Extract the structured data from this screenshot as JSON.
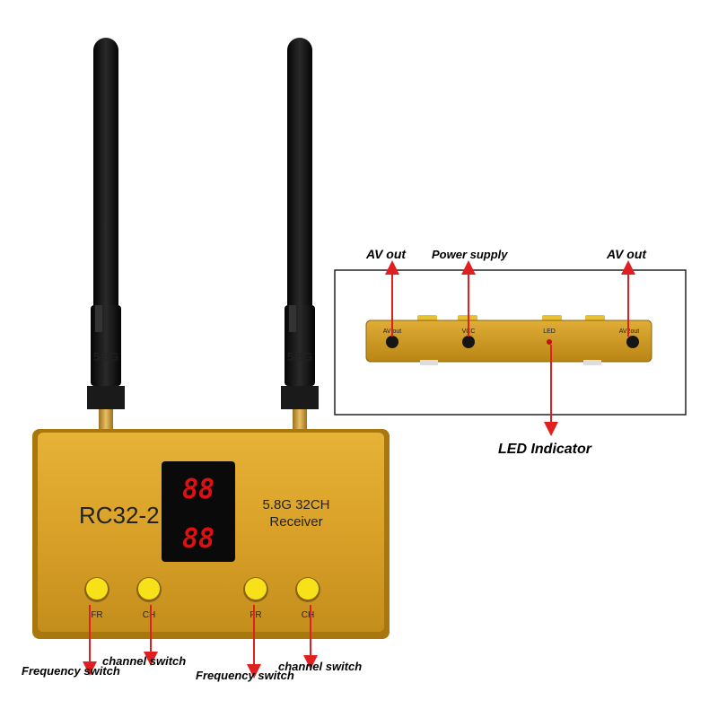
{
  "product": {
    "model": "RC32-2",
    "description_line1": "5.8G 32CH",
    "description_line2": "Receiver",
    "antenna_label": "5.8G",
    "display_top": "88",
    "display_bottom": "88",
    "buttons": [
      "FR",
      "CH",
      "FR",
      "CH"
    ]
  },
  "side_view": {
    "port_labels": [
      "AV out",
      "VCC",
      "LED",
      "AV2out"
    ]
  },
  "callouts": {
    "av_out_left": "AV out",
    "power_supply": "Power supply",
    "av_out_right": "AV out",
    "led_indicator": "LED Indicator",
    "frequency_switch_1": "Frequency switch",
    "channel_switch_1": "channel switch",
    "frequency_switch_2": "Frequency switch",
    "channel_switch_2": "channel switch"
  },
  "colors": {
    "body_gold": "#d9a128",
    "body_edge": "#a8780f",
    "button_yellow": "#f7e21a",
    "arrow_red": "#e02020",
    "segment_red": "#e01010",
    "antenna_black": "#111111"
  }
}
